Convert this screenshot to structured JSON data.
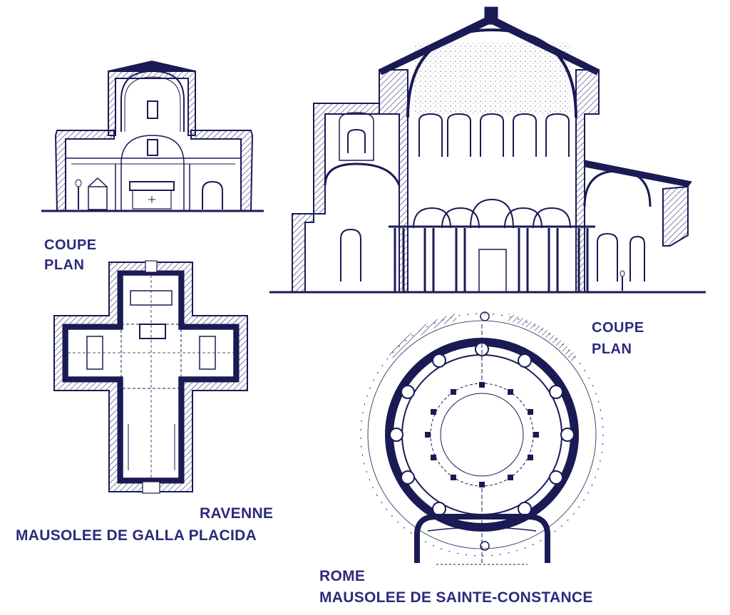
{
  "ravenne": {
    "label_coupe": "COUPE",
    "label_plan": "PLAN",
    "city": "RAVENNE",
    "name": "MAUSOLEE DE GALLA PLACIDA"
  },
  "rome": {
    "label_coupe": "COUPE",
    "label_plan": "PLAN",
    "city": "ROME",
    "name": "MAUSOLEE DE SAINTE-CONSTANCE"
  },
  "colors": {
    "ink": "#1a1a55",
    "label": "#2b2a7c",
    "paper": "#ffffff"
  }
}
